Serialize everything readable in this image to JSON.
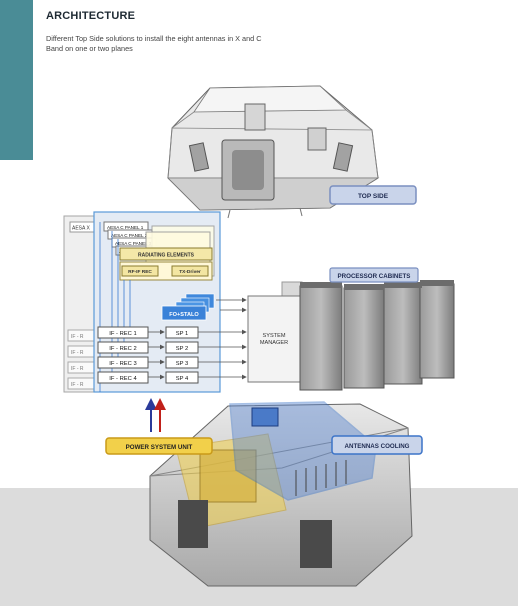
{
  "header": {
    "title": "ARCHITECTURE",
    "description": "Different Top Side solutions to install the eight antennas in X and C Band on one or two planes"
  },
  "labels": {
    "top_side": "TOP SIDE",
    "processor_cabinets": "PROCESSOR CABINETS",
    "system_manager_line1": "SYSTEM",
    "system_manager_line2": "MANAGER",
    "power_system_unit": "POWER SYSTEM UNIT",
    "antennas_cooling": "ANTENNAS COOLING",
    "radiating_elements": "RADIATING ELEMENTS",
    "rf_if_rec": "RF-IF REC",
    "tx_driver": "TX-Driver",
    "fo_stalo": "FO+STALO",
    "aesa_x": "AESA X",
    "if_rec_ghost": "IF - R"
  },
  "aesa_panels": [
    "AESA C PANEL 1",
    "AESA C PANEL 2",
    "AESA C PANEL 3",
    "AESA C PANEL 4"
  ],
  "if_receivers": [
    "IF - REC 1",
    "IF - REC 2",
    "IF - REC 3",
    "IF - REC 4"
  ],
  "signal_processors": [
    "SP 1",
    "SP 2",
    "SP 3",
    "SP 4"
  ],
  "colors": {
    "teal": "#4a8c96",
    "label_box_fill": "#c9d4ea",
    "power_unit_yellow": "#f2d04a",
    "cooling_blue": "#3c74c8",
    "block_border": "#5a9ad8",
    "cabinet": "#8c8c8c"
  }
}
